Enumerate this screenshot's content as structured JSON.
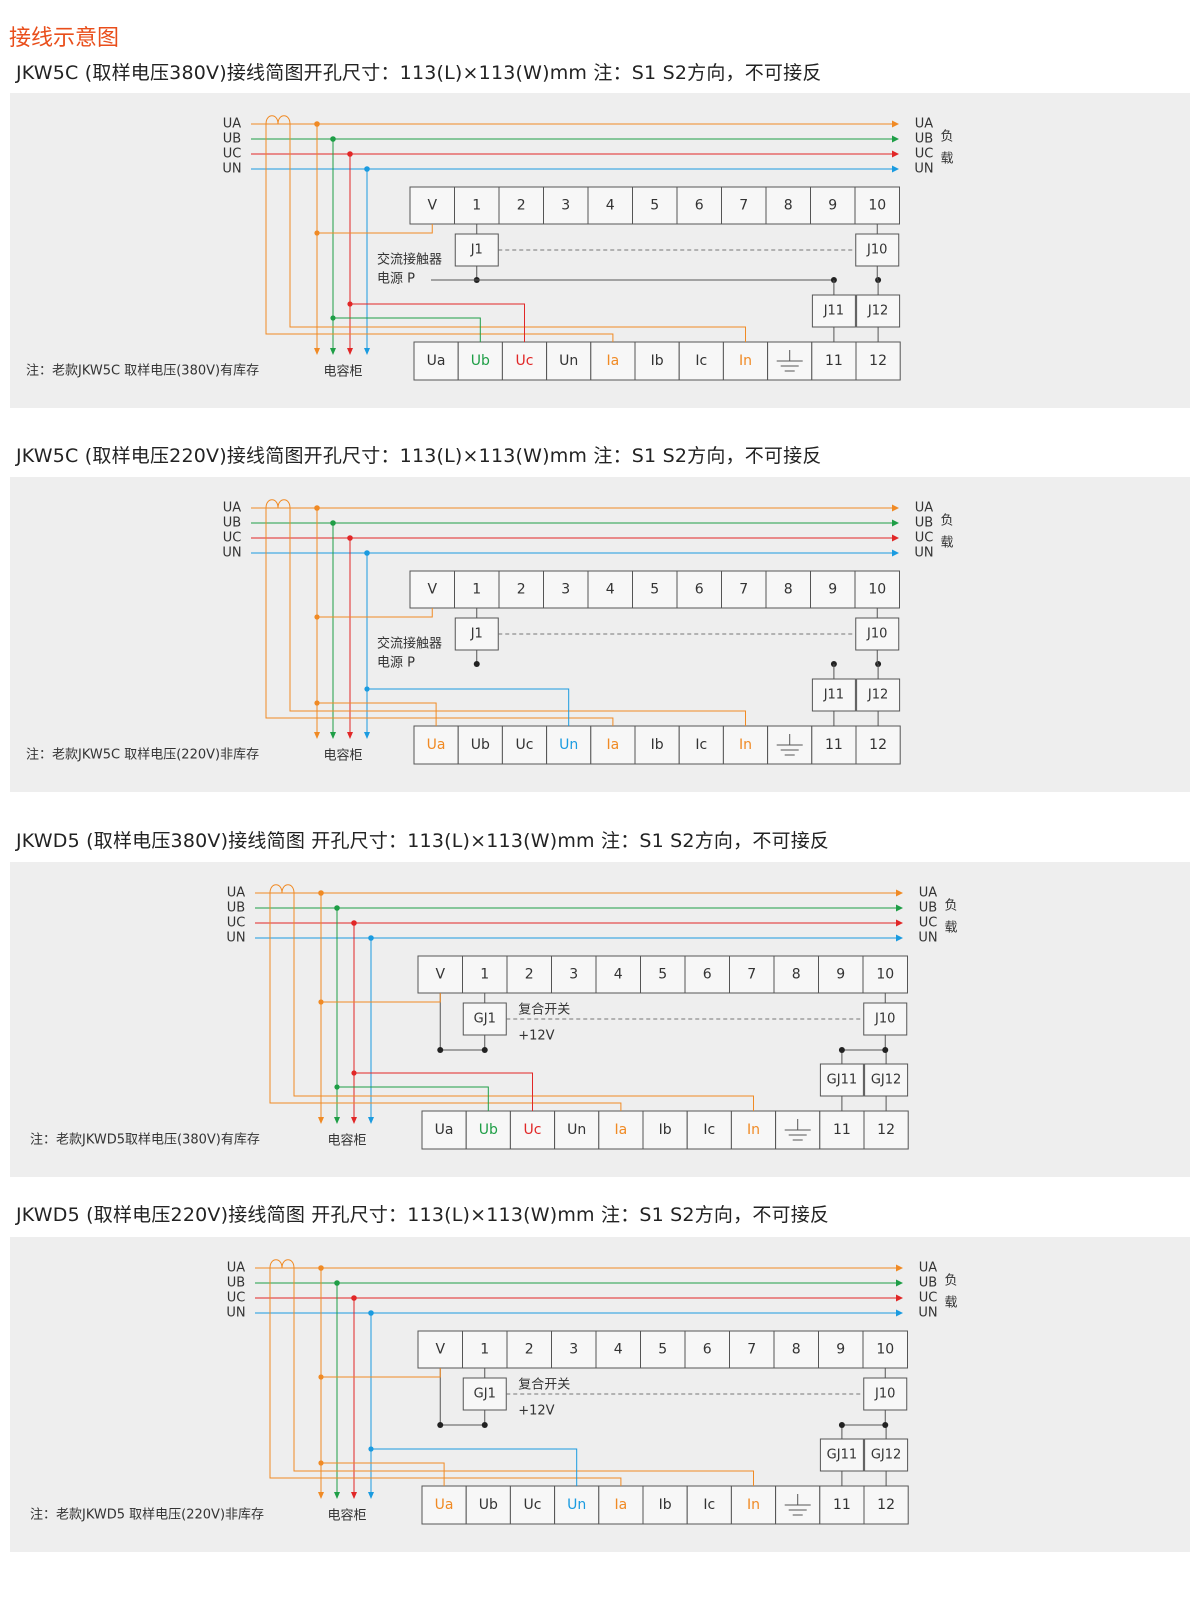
{
  "page_title": "接线示意图",
  "colors": {
    "A": "#f08a24",
    "B": "#1e9e46",
    "C": "#e12727",
    "N": "#1a9be0",
    "frame": "#555555"
  },
  "bus_labels": [
    "UA",
    "UB",
    "UC",
    "UN"
  ],
  "load_label": [
    "负",
    "载"
  ],
  "cabinet_label": "电容柜",
  "top_terminals": [
    "V",
    "1",
    "2",
    "3",
    "4",
    "5",
    "6",
    "7",
    "8",
    "9",
    "10"
  ],
  "bottom_terminals": [
    "Ua",
    "Ub",
    "Uc",
    "Un",
    "Ia",
    "Ib",
    "Ic",
    "In",
    "",
    "11",
    "12"
  ],
  "diagrams": [
    {
      "caption": "JKW5C (取样电压380V)接线简图开孔尺寸：113(L)×113(W)mm   注：S1 S2方向，不可接反",
      "note": "注：老款JKW5C 取样电压(380V)有库存",
      "relay_first": "J1",
      "relay_last": "J10",
      "relay_11": "J11",
      "relay_12": "J12",
      "relay_text_1": "交流接触器",
      "relay_text_2": "电源 P",
      "highlight": {
        "Ub": "B",
        "Uc": "C",
        "Ia": "A",
        "In": "A"
      }
    },
    {
      "caption": "JKW5C (取样电压220V)接线简图开孔尺寸：113(L)×113(W)mm   注：S1 S2方向，不可接反",
      "note": "注：老款JKW5C 取样电压(220V)非库存",
      "relay_first": "J1",
      "relay_last": "J10",
      "relay_11": "J11",
      "relay_12": "J12",
      "relay_text_1": "交流接触器",
      "relay_text_2": "电源 P",
      "highlight": {
        "Ua": "A",
        "Un": "N",
        "Ia": "A",
        "In": "A"
      }
    },
    {
      "caption": "JKWD5 (取样电压380V)接线简图 开孔尺寸：113(L)×113(W)mm   注：S1 S2方向，不可接反",
      "note": "注：老款JKWD5取样电压(380V)有库存",
      "relay_first": "GJ1",
      "relay_last": "J10",
      "relay_11": "GJ11",
      "relay_12": "GJ12",
      "relay_text_1": "复合开关",
      "relay_text_2": "+12V",
      "highlight": {
        "Ub": "B",
        "Uc": "C",
        "Ia": "A",
        "In": "A"
      }
    },
    {
      "caption": "JKWD5 (取样电压220V)接线简图 开孔尺寸：113(L)×113(W)mm   注：S1 S2方向，不可接反",
      "note": "注：老款JKWD5 取样电压(220V)非库存",
      "relay_first": "GJ1",
      "relay_last": "J10",
      "relay_11": "GJ11",
      "relay_12": "GJ12",
      "relay_text_1": "复合开关",
      "relay_text_2": "+12V",
      "highlight": {
        "Ua": "A",
        "Un": "N",
        "Ia": "A",
        "In": "A"
      }
    }
  ]
}
